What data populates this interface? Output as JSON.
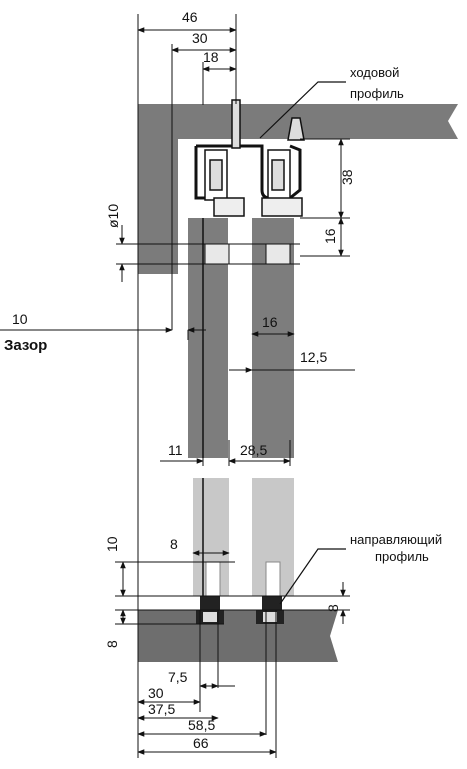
{
  "labels": {
    "running_profile_1": "ходовой",
    "running_profile_2": "профиль",
    "guide_profile_1": "направляющий",
    "guide_profile_2": "профиль",
    "gap_value": "10",
    "gap_label": "Зазор"
  },
  "dims": {
    "d46": "46",
    "d30_top": "30",
    "d18": "18",
    "d38": "38",
    "d16_right": "16",
    "phi10": "ø10",
    "d16_mid": "16",
    "d12_5": "12,5",
    "d11": "11",
    "d28_5": "28,5",
    "d10_left": "10",
    "d8_top": "8",
    "d8_right": "8",
    "d8_left": "8",
    "d7_5": "7,5",
    "d30_bot": "30",
    "d37_5": "37,5",
    "d58_5": "58,5",
    "d66": "66"
  },
  "colors": {
    "ceiling": "#7b7b7b",
    "door": "#7d7d7d",
    "door_light": "#c8c8c8",
    "floor": "#6e6e6e",
    "line": "#111111"
  }
}
